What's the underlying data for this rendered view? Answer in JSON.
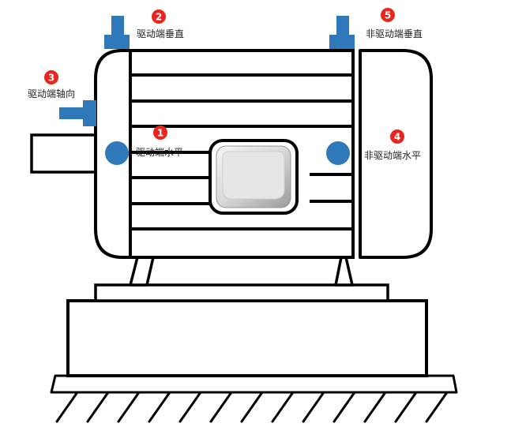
{
  "colors": {
    "outline": "#000000",
    "sensor_blue": "#2f78b9",
    "marker_red": "#e8251e",
    "junction_box_fill": "#dcdcdc"
  },
  "points": [
    {
      "number": "1",
      "label": "驱动端水平"
    },
    {
      "number": "2",
      "label": "驱动端垂直"
    },
    {
      "number": "3",
      "label": "驱动端轴向"
    },
    {
      "number": "4",
      "label": "非驱动端水平"
    },
    {
      "number": "5",
      "label": "非驱动端垂直"
    }
  ]
}
